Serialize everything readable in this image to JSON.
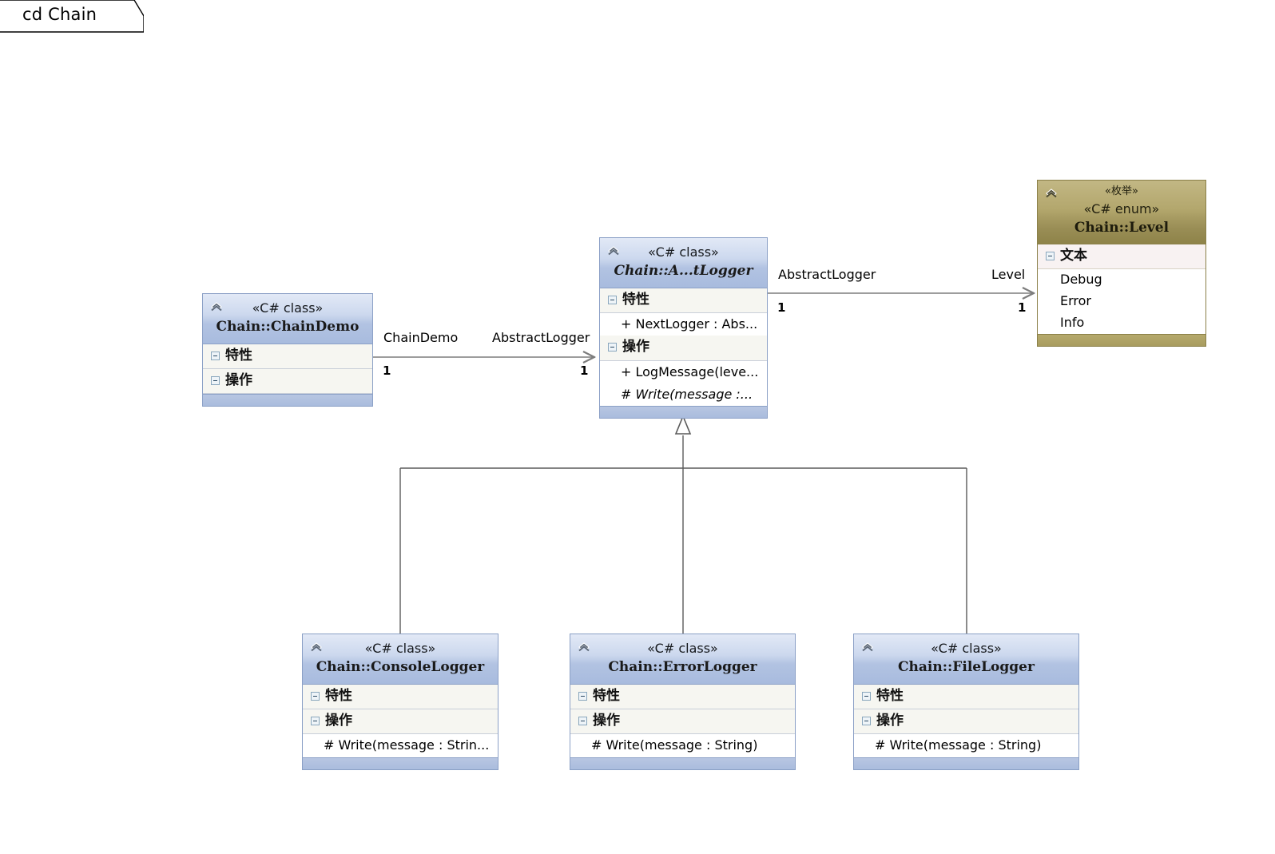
{
  "diagram": {
    "frame_label": "cd Chain",
    "colors": {
      "class_header_top": "#e2e9f6",
      "class_header_bottom": "#a8bbde",
      "class_border": "#8ba0c6",
      "compartment_bg": "#f6f6f1",
      "enum_header_top": "#c2b784",
      "enum_header_bottom": "#8e8349",
      "enum_border": "#8b8049",
      "connector": "#808080"
    }
  },
  "nodes": {
    "chain_demo": {
      "stereotype": "«C# class»",
      "name": "Chain::ChainDemo",
      "attributes_title": "特性",
      "operations_title": "操作",
      "attributes": [],
      "operations": []
    },
    "abstract_logger": {
      "stereotype": "«C# class»",
      "name": "Chain::A...tLogger",
      "attributes_title": "特性",
      "operations_title": "操作",
      "attributes": [
        "+ NextLogger : Abs..."
      ],
      "operations": [
        "+ LogMessage(leve...",
        "# Write(message :..."
      ]
    },
    "console_logger": {
      "stereotype": "«C# class»",
      "name": "Chain::ConsoleLogger",
      "attributes_title": "特性",
      "operations_title": "操作",
      "attributes": [],
      "operations": [
        "# Write(message : Strin..."
      ]
    },
    "error_logger": {
      "stereotype": "«C# class»",
      "name": "Chain::ErrorLogger",
      "attributes_title": "特性",
      "operations_title": "操作",
      "attributes": [],
      "operations": [
        "# Write(message : String)"
      ]
    },
    "file_logger": {
      "stereotype": "«C# class»",
      "name": "Chain::FileLogger",
      "attributes_title": "特性",
      "operations_title": "操作",
      "attributes": [],
      "operations": [
        "# Write(message : String)"
      ]
    },
    "level_enum": {
      "stereotype_1": "«枚举»",
      "stereotype_2": "«C# enum»",
      "name": "Chain::Level",
      "literals_title": "文本",
      "literals": [
        "Debug",
        "Error",
        "Info"
      ]
    }
  },
  "connectors": {
    "demo_to_logger": {
      "source_role": "ChainDemo",
      "source_mult": "1",
      "target_role": "AbstractLogger",
      "target_mult": "1"
    },
    "logger_to_level": {
      "source_role": "AbstractLogger",
      "source_mult": "1",
      "target_role": "Level",
      "target_mult": "1"
    }
  }
}
